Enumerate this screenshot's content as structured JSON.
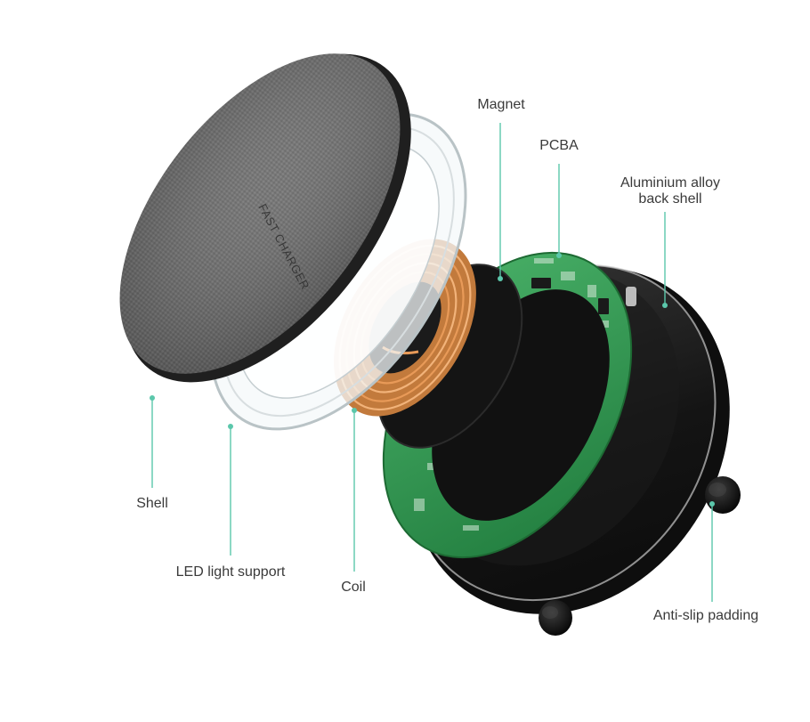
{
  "shell_brand_text": "FAST CHARGER",
  "labels": {
    "magnet": "Magnet",
    "pcba": "PCBA",
    "aluminium_line1": "Aluminium alloy",
    "aluminium_line2": "back shell",
    "shell": "Shell",
    "led_support": "LED light support",
    "coil": "Coil",
    "anti_slip": "Anti-slip padding"
  },
  "colors": {
    "leader_line": "#5bc7ab",
    "label_text": "#3a3a3a",
    "fabric": "#6b6b6b",
    "pcb_green": "#2f9a4f",
    "coil_copper": "#d4894a",
    "back_shell": "#1c1c1c"
  }
}
